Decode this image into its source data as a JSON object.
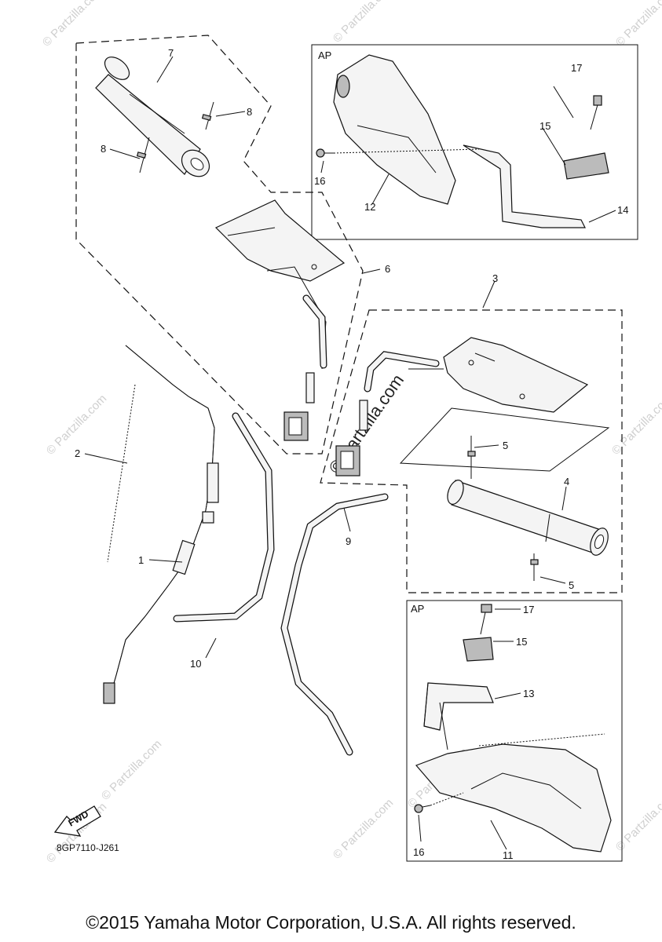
{
  "diagram": {
    "code": "8GP7110-J261",
    "fwd_label": "FWD",
    "ap_label": "AP",
    "callouts": {
      "c1": "1",
      "c2": "2",
      "c3": "3",
      "c4": "4",
      "c5": "5",
      "c6": "6",
      "c7": "7",
      "c8": "8",
      "c9": "9",
      "c10": "10",
      "c11": "11",
      "c12": "12",
      "c13": "13",
      "c14": "14",
      "c15": "15",
      "c16": "16",
      "c17": "17"
    }
  },
  "watermark": {
    "text": "© Partzilla.com",
    "center_text": "© Partzilla.com"
  },
  "footer": {
    "copyright": "©2015 Yamaha Motor Corporation, U.S.A. All rights reserved."
  }
}
